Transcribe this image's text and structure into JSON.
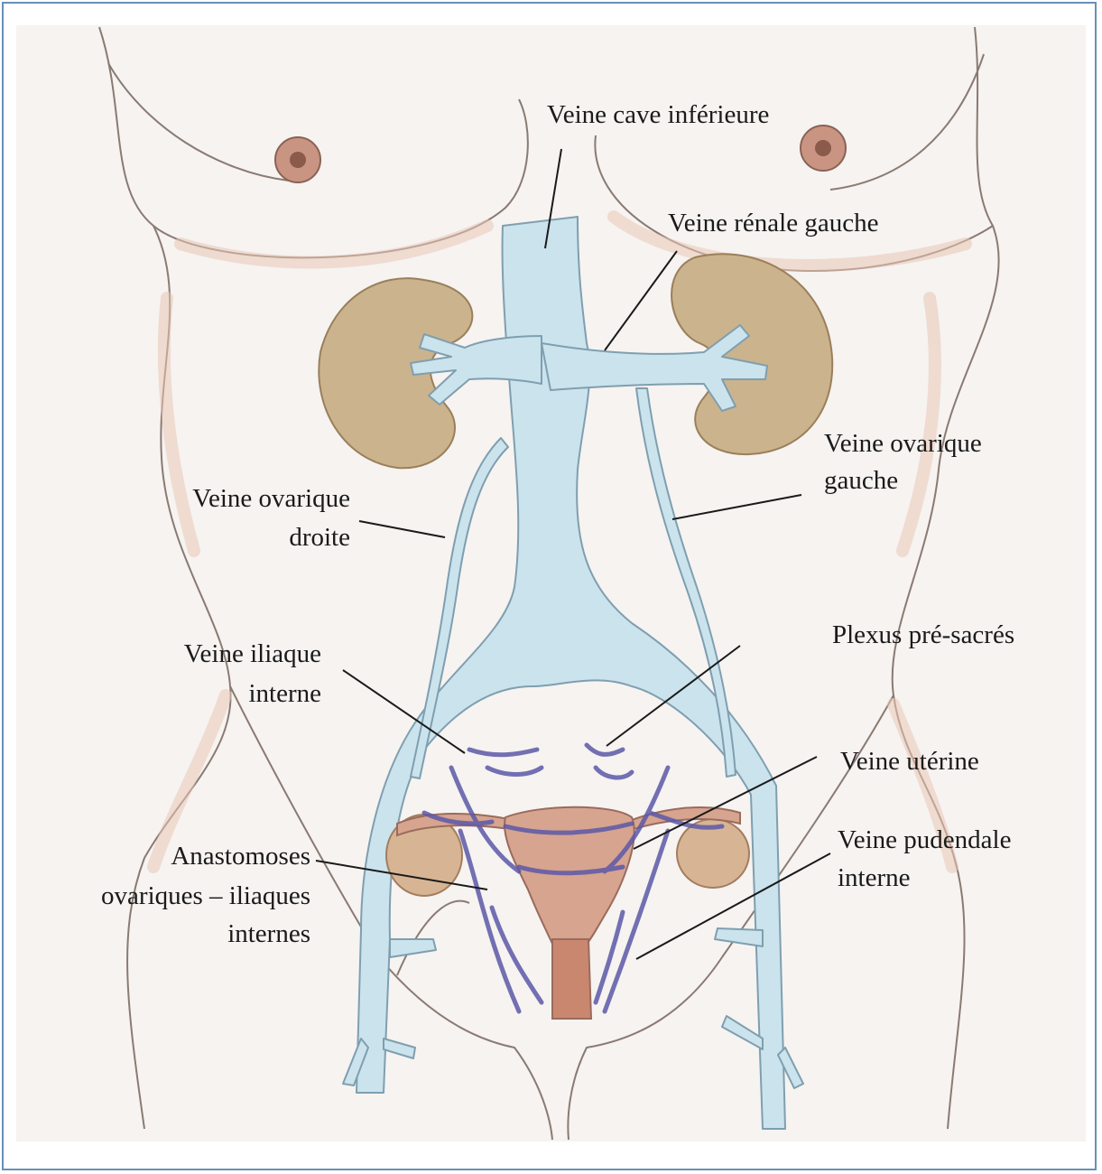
{
  "labels": {
    "veine_cave_inferieure": "Veine cave inférieure",
    "veine_renale_gauche": "Veine rénale gauche",
    "veine_ovarique_gauche_l1": "Veine ovarique",
    "veine_ovarique_gauche_l2": "gauche",
    "veine_ovarique_droite_l1": "Veine ovarique",
    "veine_ovarique_droite_l2": "droite",
    "plexus_pre_sacres": "Plexus pré-sacrés",
    "veine_iliaque_interne_l1": "Veine iliaque",
    "veine_iliaque_interne_l2": "interne",
    "veine_uterine": "Veine utérine",
    "anastomoses_l1": "Anastomoses",
    "anastomoses_l2": "ovariques – iliaques",
    "anastomoses_l3": "internes",
    "veine_pudendale_interne_l1": "Veine pudendale",
    "veine_pudendale_interne_l2": "interne"
  },
  "colors": {
    "paper": "#f6f3f1",
    "skin_outline": "#8a7a72",
    "skin_shading": "#e9c7b4",
    "vein": "#cbe3ec",
    "vein_edge": "#7f9fb0",
    "kidney": "#cbb38d",
    "kidney_edge": "#9a7f5a",
    "plexus": "#5c58a8",
    "uterus": "#d6a48f",
    "uterus_edge": "#9a6b5c",
    "cervix": "#c98770",
    "ovary": "#d7b594",
    "nipple": "#b9806b",
    "frame": "#6a8fb8"
  }
}
